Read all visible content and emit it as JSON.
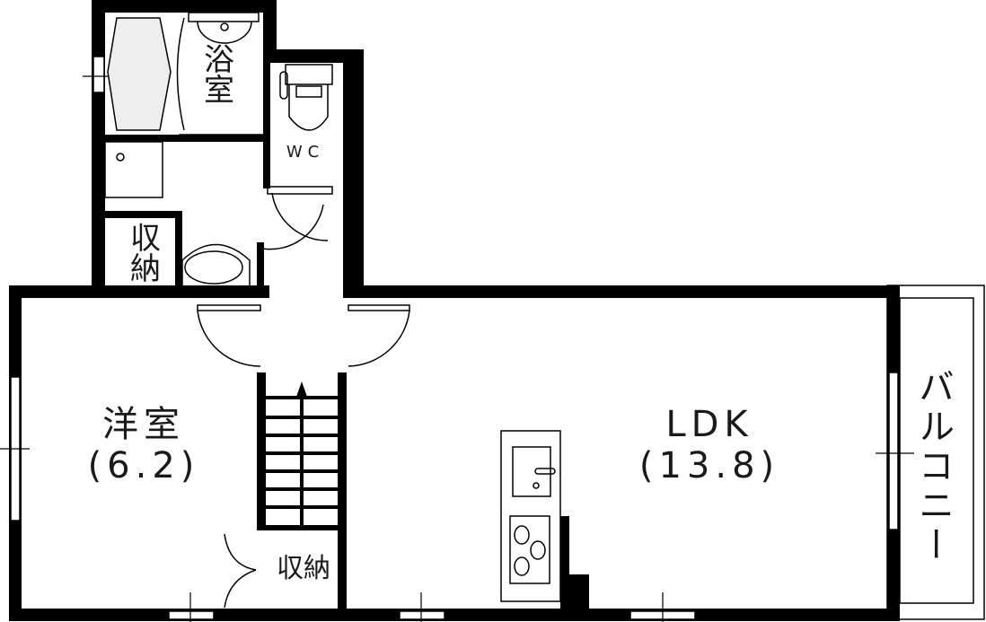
{
  "plan": {
    "rooms": {
      "bath": {
        "label": "浴室"
      },
      "wc": {
        "label": "WC"
      },
      "storage_top": {
        "label": "収納"
      },
      "western": {
        "label": "洋室",
        "size": "(6.2)"
      },
      "closet": {
        "label": "収納"
      },
      "ldk": {
        "label": "LDK",
        "size": "(13.8)"
      },
      "balcony": {
        "label": "バルコニー"
      }
    },
    "colors": {
      "wall": "#000000",
      "background": "#ffffff",
      "line": "#222222"
    }
  }
}
